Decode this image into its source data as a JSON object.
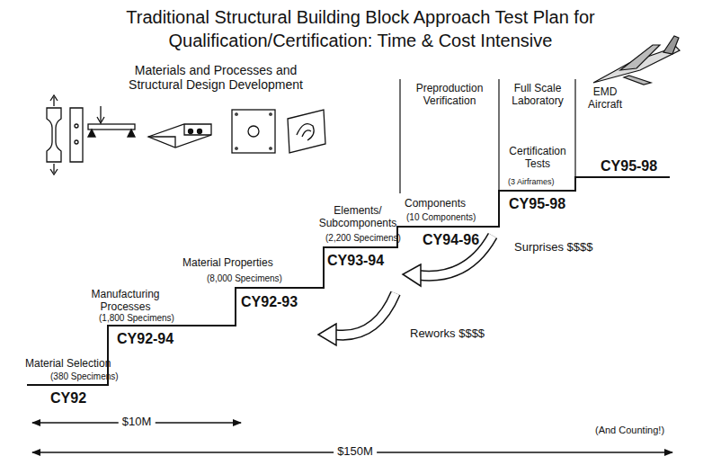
{
  "diagram": {
    "title": "Traditional Structural Building Block Approach Test Plan for Qualification/Certification: Time & Cost Intensive",
    "labels": [
      "Materials and Processes and Structural Design Development",
      "Preproduction Verification",
      "Full Scale Laboratory",
      "EMD Aircraft",
      "Material Selection",
      "(380 Specimens)",
      "CY92",
      "Manufacturing Processes",
      "(1,800 Specimens)",
      "CY92-94",
      "Material Properties",
      "(8,000 Specimens)",
      "CY92-93",
      "Elements/ Subcomponents",
      "(2,200 Specimens)",
      "CY93-94",
      "Components",
      "(10 Components)",
      "CY94-96",
      "Certification Tests",
      "(3 Airframes)",
      "CY95-98",
      "CY95-98",
      "Surprises $$$$",
      "Reworks $$$$",
      "$10M",
      "(And Counting!)",
      "$150M"
    ]
  }
}
